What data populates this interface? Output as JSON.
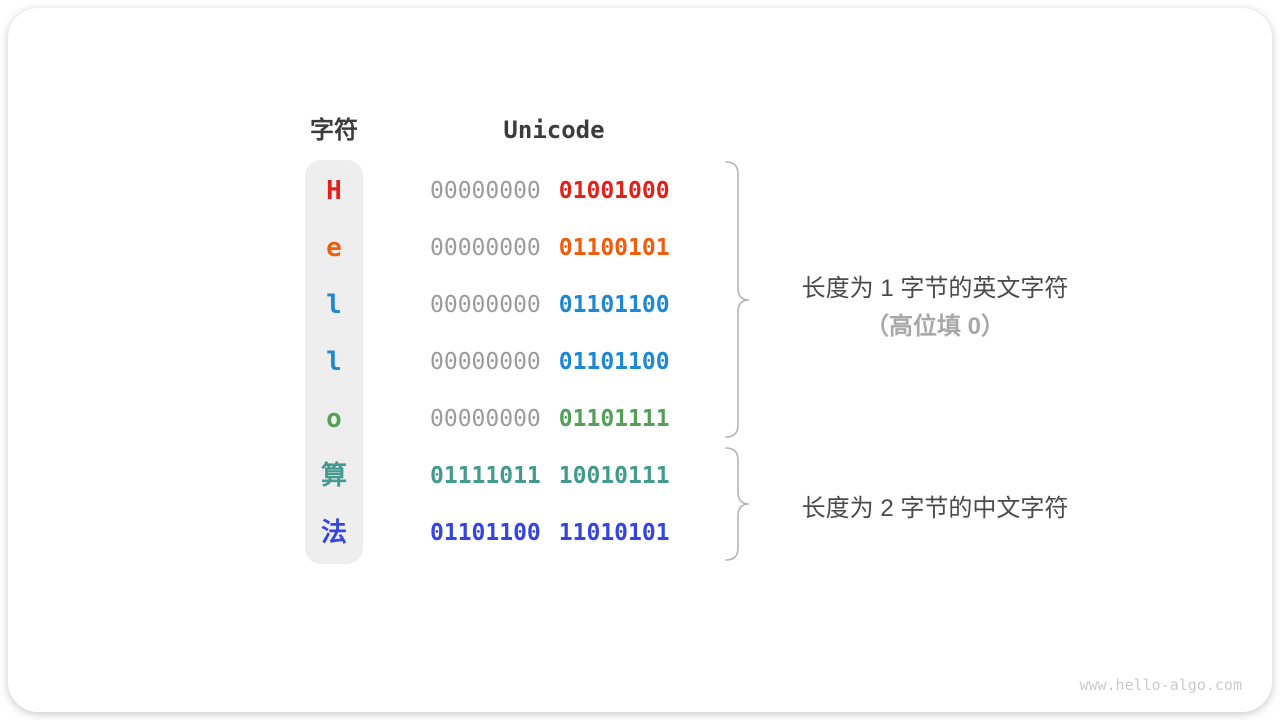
{
  "site": {
    "watermark": "www.hello-algo.com"
  },
  "colors": {
    "bits_gray": "#9b9b9b",
    "pill_bg": "#eeeeef",
    "header_text": "#3c3c3c",
    "brace": "#b5b5b5",
    "annotation_dark": "#4a4a4a",
    "annotation_gray": "#a8a8a8"
  },
  "table": {
    "col_char": "字符",
    "col_unicode": "Unicode",
    "rows": [
      {
        "char": "H",
        "byte1": "00000000",
        "byte2": "01001000",
        "color": "#e2221a"
      },
      {
        "char": "e",
        "byte1": "00000000",
        "byte2": "01100101",
        "color": "#ee5e0d"
      },
      {
        "char": "l",
        "byte1": "00000000",
        "byte2": "01101100",
        "color": "#1e88d5"
      },
      {
        "char": "l",
        "byte1": "00000000",
        "byte2": "01101100",
        "color": "#1e88d5"
      },
      {
        "char": "o",
        "byte1": "00000000",
        "byte2": "01101111",
        "color": "#55a058"
      },
      {
        "char": "算",
        "byte1": "01111011",
        "byte2": "10010111",
        "color": "#439a8e"
      },
      {
        "char": "法",
        "byte1": "01101100",
        "byte2": "11010101",
        "color": "#3545e0"
      }
    ]
  },
  "annotations": {
    "group1_line1": "长度为 1 字节的英文字符",
    "group1_line2": "（高位填 0）",
    "group2": "长度为 2 字节的中文字符"
  }
}
